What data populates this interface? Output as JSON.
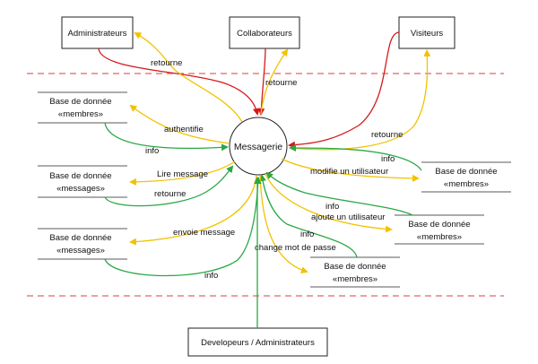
{
  "actors": {
    "administrateurs": "Administrateurs",
    "collaborateurs": "Collaborateurs",
    "visiteurs": "Visiteurs",
    "developpeurs": "Developeurs / Administrateurs"
  },
  "center": "Messagerie",
  "stores": {
    "membres_1": [
      "Base de donnée",
      "«membres»"
    ],
    "messages_1": [
      "Base de donnée",
      "«messages»"
    ],
    "messages_2": [
      "Base de donnée",
      "«messages»"
    ],
    "membres_2": [
      "Base de donnée",
      "«membres»"
    ],
    "membres_3": [
      "Base de donnée",
      "«membres»"
    ],
    "membres_4": [
      "Base de donnée",
      "«membres»"
    ]
  },
  "labels": {
    "retourne_admin": "retourne",
    "retourne_collab": "retourne",
    "retourne_visiteur": "retourne",
    "authentifie": "authentifie",
    "info_auth": "info",
    "lire_message": "Lire message",
    "retourne_lire": "retourne",
    "info_modifie": "info",
    "modifie_utilisateur": "modifie un utilisateur",
    "info_ajoute": "info",
    "ajoute_utilisateur": "ajoute un utilisateur",
    "envoie_message": "envoie message",
    "info_change": "info",
    "change_mot_de_passe": "change mot de passe",
    "info_envoie": "info"
  },
  "colors": {
    "red": "#d7191c",
    "green": "#2aa845",
    "yellow": "#f2c200",
    "dashed": "#e26464"
  }
}
